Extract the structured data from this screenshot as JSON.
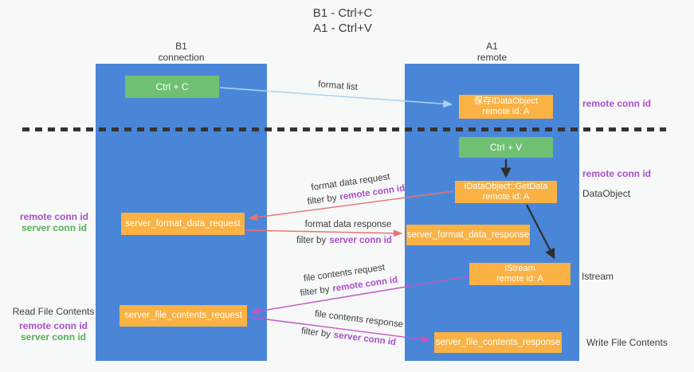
{
  "title": {
    "line1": "B1 - Ctrl+C",
    "line2": "A1 - Ctrl+V"
  },
  "lifelines": {
    "left": {
      "name": "B1",
      "role": "connection"
    },
    "right": {
      "name": "A1",
      "role": "remote"
    }
  },
  "boxes": {
    "ctrl_c": {
      "label": "Ctrl + C"
    },
    "ctrl_v": {
      "label": "Ctrl + V"
    },
    "save_dataobject": {
      "line1": "保存IDataObject",
      "line2": "remote id: A"
    },
    "getdata": {
      "line1": "IDataObject::GetData",
      "line2": "remote id: A"
    },
    "istream": {
      "line1": "IStream",
      "line2": "remote id: A"
    },
    "server_format_data_request": {
      "label": "server_format_data_request"
    },
    "server_format_data_response": {
      "label": "server_format_data_response"
    },
    "server_file_contents_request": {
      "label": "server_file_contents_request"
    },
    "server_file_contents_response": {
      "label": "server_file_contents_response"
    }
  },
  "right_labels": {
    "remote_conn_id_top": "remote conn id",
    "remote_conn_id_mid": "remote conn id",
    "dataobject": "DataObject",
    "istream": "Istream",
    "write_file_contents": "Write File Contents"
  },
  "left_labels": {
    "remote_conn_id_fmt": "remote conn id",
    "server_conn_id_fmt": "server conn id",
    "read_file_contents": "Read File Contents",
    "remote_conn_id_file": "remote conn id",
    "server_conn_id_file": "server conn id"
  },
  "arrow_labels": {
    "format_list": "format list",
    "format_data_request": "format data request",
    "format_data_response": "format data response",
    "file_contents_request": "file contents request",
    "file_contents_response": "file contents response",
    "filter_by": "filter by",
    "remote_conn_id": "remote conn id",
    "server_conn_id": "server conn id"
  },
  "colors": {
    "background": "#f7f8f8",
    "column_blue": "#4a86d8",
    "box_green": "#6fc072",
    "box_orange": "#f9b243",
    "purple_label": "#a84fc8",
    "green_label": "#53b156",
    "red_arrow": "#e87272",
    "magenta_arrow": "#c355c3",
    "light_blue_arrow": "#a9d5f3",
    "black_arrow": "#2e2e2e"
  }
}
